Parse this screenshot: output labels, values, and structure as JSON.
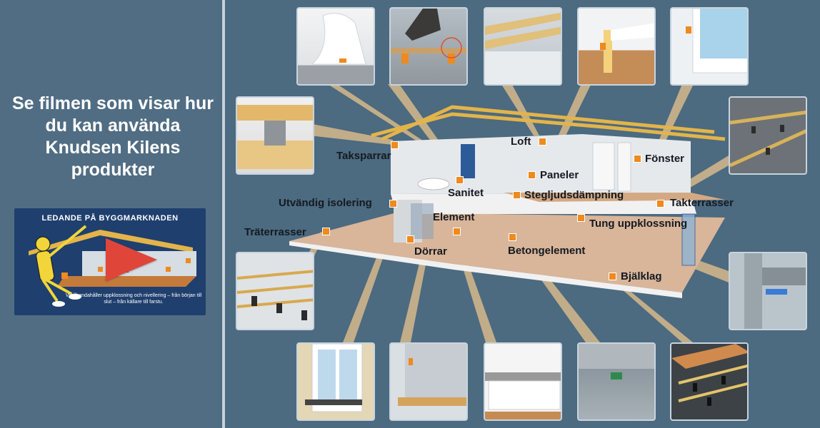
{
  "headline": "Se filmen som visar hur du kan använda Knudsen Kilens produkter",
  "video": {
    "title": "LEDANDE PÅ BYGGMARKNADEN",
    "caption": "Vi tillhandahåller uppklossning och nivellering – från början till slut – från källare till farstu."
  },
  "labels": {
    "taksparrar": "Taksparrar",
    "loft": "Loft",
    "fonster": "Fönster",
    "paneler": "Paneler",
    "sanitet": "Sanitet",
    "stegljud": "Stegljudsdämpning",
    "utvandig": "Utvändig isolering",
    "takterrasser": "Takterrasser",
    "element": "Element",
    "tung": "Tung uppklossning",
    "traterrasser": "Träterrasser",
    "dorrar": "Dörrar",
    "betong": "Betongelement",
    "bjalklag": "Bjälklag"
  },
  "colors": {
    "background": "#4c6a80",
    "marker": "#ee8a1e",
    "beam": "#e3b44a",
    "play": "#e0453a"
  }
}
